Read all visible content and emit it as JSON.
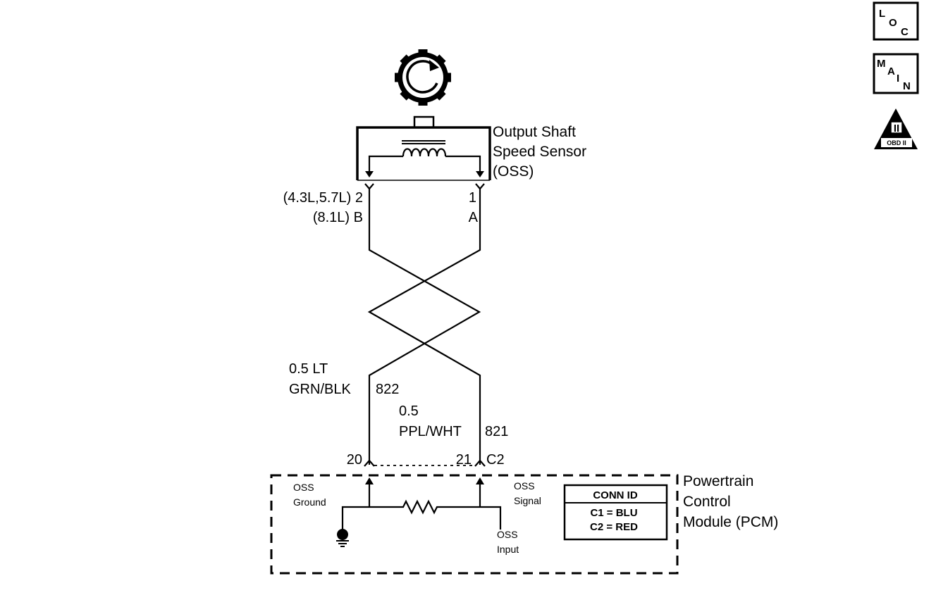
{
  "nav": {
    "loc": {
      "l": "L",
      "o": "O",
      "c": "C"
    },
    "main": {
      "m": "M",
      "a": "A",
      "i": "I",
      "n": "N"
    },
    "obd": {
      "numeral": "II",
      "text": "OBD II"
    }
  },
  "sensor": {
    "name_line1": "Output Shaft",
    "name_line2": "Speed Sensor",
    "name_line3": "(OSS)",
    "pin_left_line1": "(4.3L,5.7L) 2",
    "pin_left_line2": "(8.1L) B",
    "pin_right_line1": "1",
    "pin_right_line2": "A"
  },
  "wires": {
    "left": {
      "size_color_line1": "0.5 LT",
      "size_color_line2": "GRN/BLK",
      "circuit": "822"
    },
    "right": {
      "size_line1": "0.5",
      "color": "PPL/WHT",
      "circuit": "821"
    }
  },
  "pcm": {
    "pin_left": "20",
    "pin_right": "21",
    "connector": "C2",
    "name_line1": "Powertrain",
    "name_line2": "Control",
    "name_line3": "Module (PCM)",
    "ground_label_line1": "OSS",
    "ground_label_line2": "Ground",
    "signal_label_line1": "OSS",
    "signal_label_line2": "Signal",
    "input_label_line1": "OSS",
    "input_label_line2": "Input",
    "conn_id": {
      "title": "CONN ID",
      "row1": "C1 = BLU",
      "row2": "C2 = RED"
    }
  }
}
